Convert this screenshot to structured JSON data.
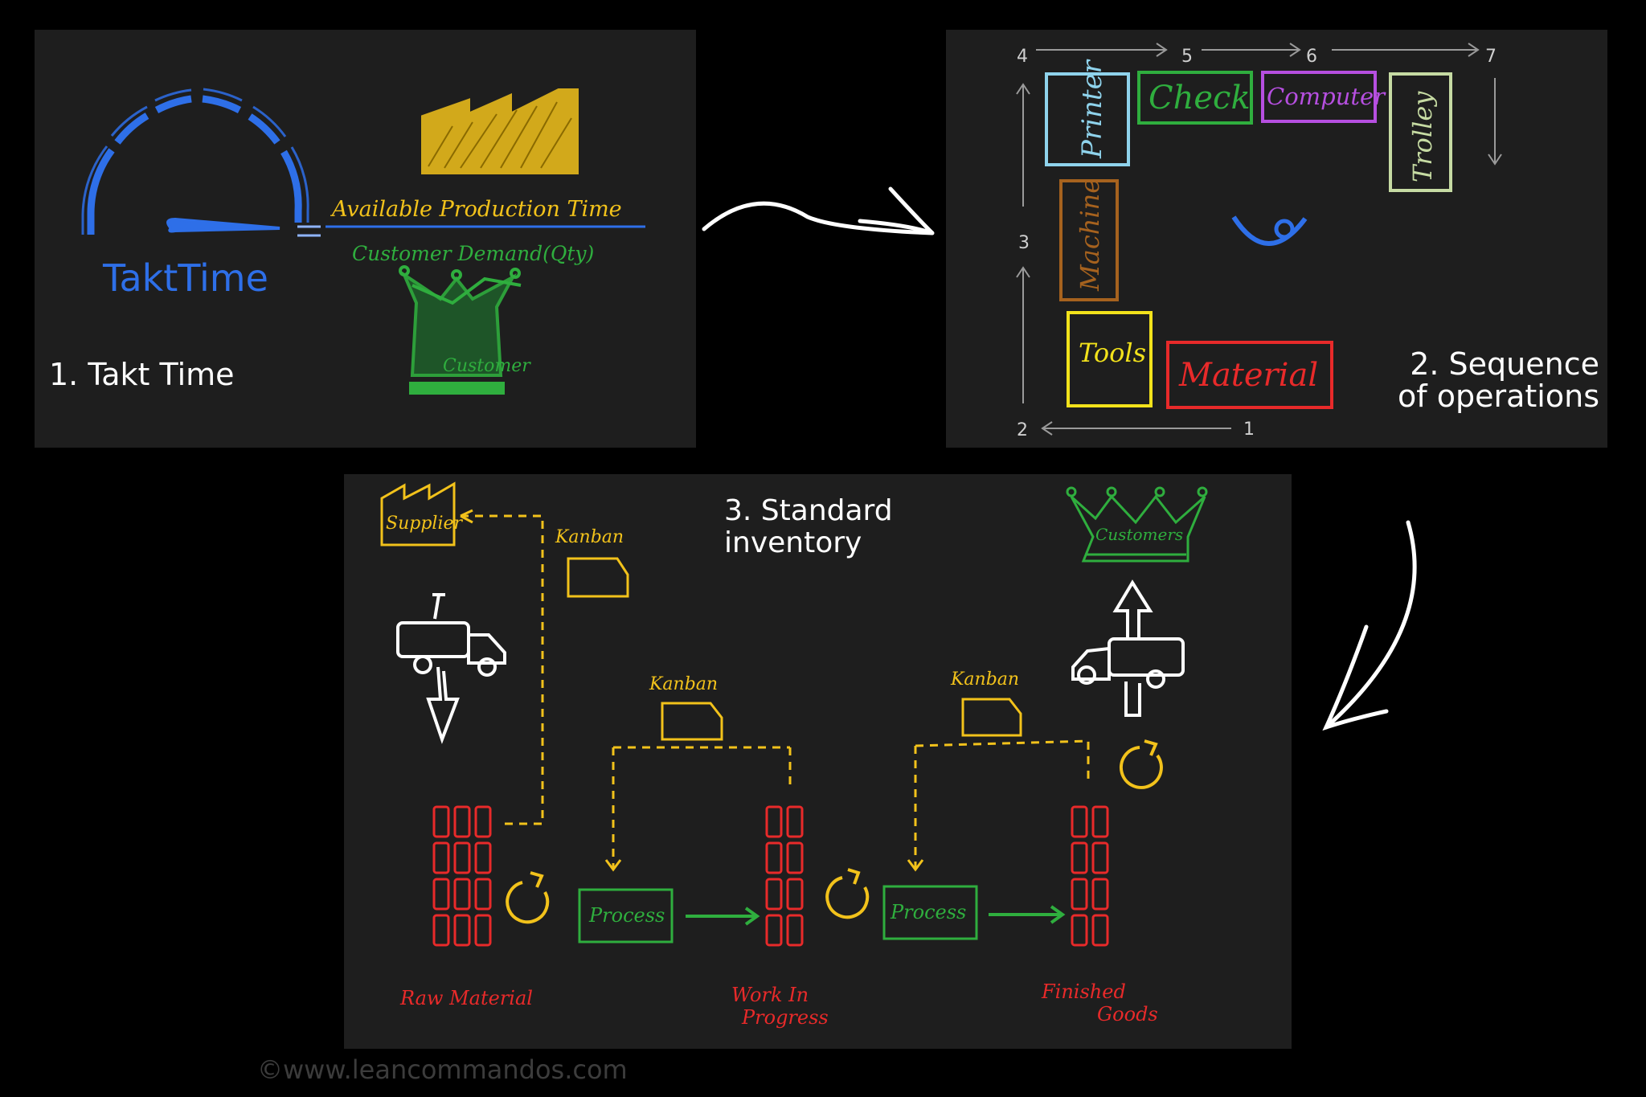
{
  "panel1": {
    "label": "1. Takt Time",
    "takt_label": "TaktTime",
    "numerator": "Available Production Time",
    "denominator": "Customer Demand(Qty)",
    "customer": "Customer",
    "colors": {
      "gauge": "#2e6fe8",
      "factory": "#f2c21b",
      "numerator": "#f2c21b",
      "denominator": "#2fae3e",
      "crown": "#2fae3e"
    }
  },
  "panel2": {
    "label_line1": "2. Sequence",
    "label_line2": "of operations",
    "steps": [
      "1",
      "2",
      "3",
      "4",
      "5",
      "6",
      "7"
    ],
    "stations": [
      {
        "name": "Printer",
        "color": "#8fd3ec"
      },
      {
        "name": "Check",
        "color": "#2fae3e"
      },
      {
        "name": "Computer",
        "color": "#b64fe0"
      },
      {
        "name": "Trolley",
        "color": "#c6dba3"
      },
      {
        "name": "Machine",
        "color": "#a6621e"
      },
      {
        "name": "Tools",
        "color": "#f2e21b"
      },
      {
        "name": "Material",
        "color": "#e82a2a"
      }
    ]
  },
  "panel3": {
    "label_line1": "3. Standard",
    "label_line2": "inventory",
    "supplier": "Supplier",
    "customer": "Customers",
    "kanban": [
      "Kanban",
      "Kanban",
      "Kanban"
    ],
    "process": [
      "Process",
      "Process"
    ],
    "raw_material": "Raw Material",
    "wip_line1": "Work In",
    "wip_line2": "Progress",
    "fg_line1": "Finished",
    "fg_line2": "Goods",
    "colors": {
      "supplier": "#f2c21b",
      "kanban": "#f2c21b",
      "process": "#2fae3e",
      "inventory": "#e82a2a",
      "customer": "#2fae3e",
      "truck": "#ffffff"
    }
  },
  "watermark": "©www.leancommandos.com"
}
